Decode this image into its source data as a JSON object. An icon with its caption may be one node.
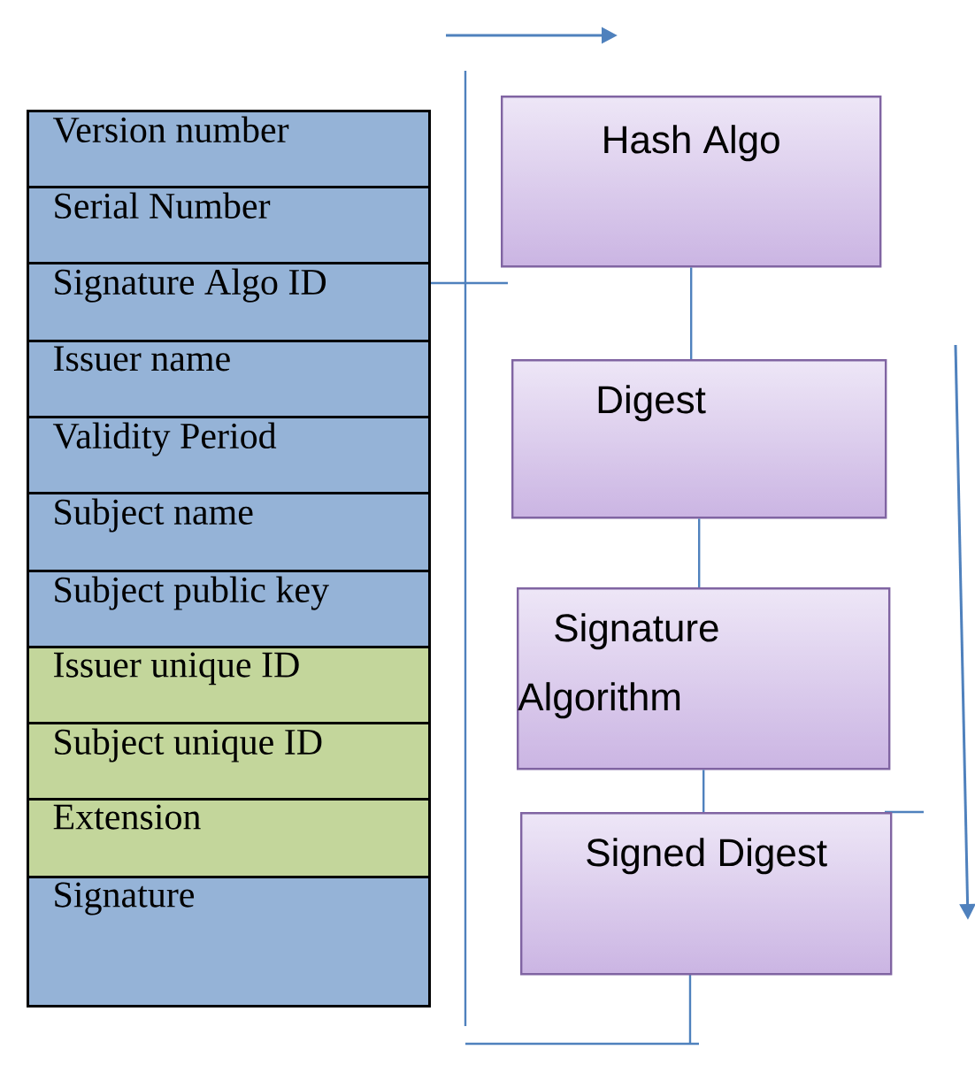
{
  "diagram": {
    "nodes": [
      {
        "text": [
          "Version number"
        ]
      },
      {
        "text": [
          "Serial Number"
        ]
      },
      {
        "text": [
          "Signature Algo ID"
        ]
      },
      {
        "text": [
          "Issuer name"
        ]
      },
      {
        "text": [
          "Validity Period"
        ]
      },
      {
        "text": [
          "Subject name"
        ]
      },
      {
        "text": [
          "Subject public key"
        ]
      },
      {
        "text": [
          "Issuer unique ID"
        ]
      },
      {
        "text": [
          "Subject unique ID"
        ]
      },
      {
        "text": [
          "Extension"
        ]
      },
      {
        "text": [
          "Signature"
        ]
      },
      {
        "text": [
          "Hash Algo"
        ]
      },
      {
        "text": [
          "Digest"
        ]
      },
      {
        "text": [
          "Signature Algorithm"
        ]
      },
      {
        "text": [
          "Signed Digest"
        ]
      }
    ],
    "edges": [
      {
        "from": 11,
        "to": 12,
        "arrow": "none"
      },
      {
        "from": 12,
        "to": 13,
        "arrow": "none"
      },
      {
        "from": 13,
        "to": 14,
        "arrow": "none"
      }
    ]
  }
}
